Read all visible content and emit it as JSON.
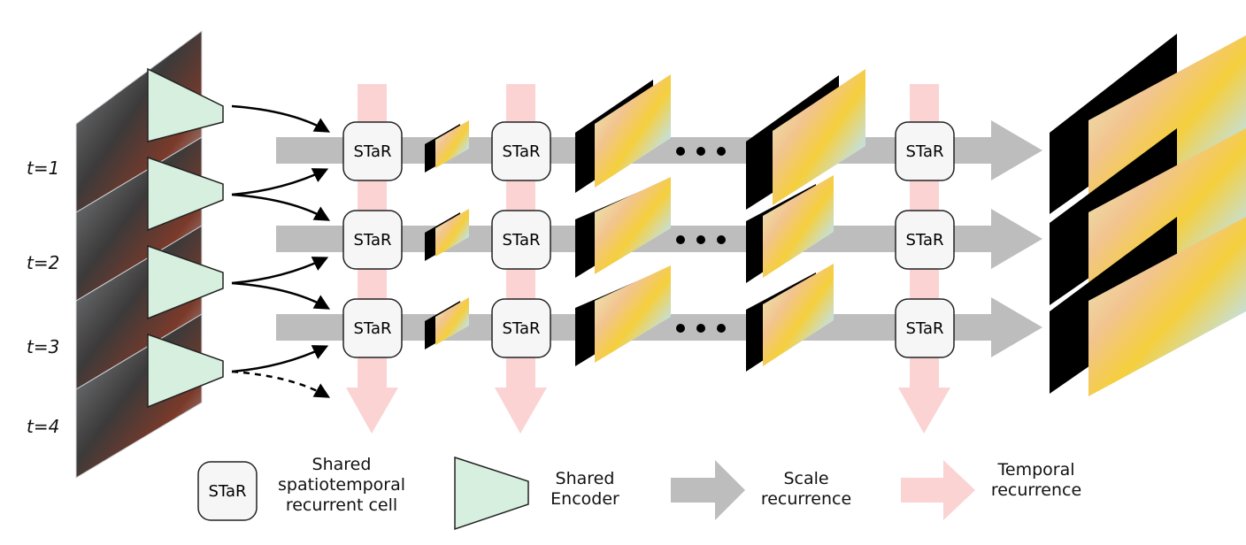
{
  "time_steps": [
    "t=1",
    "t=2",
    "t=3",
    "t=4"
  ],
  "cell_label": "STaR",
  "ellipsis": "● ● ●",
  "legend": {
    "star_label": "STaR",
    "star_desc_1": "Shared",
    "star_desc_2": "spatiotemporal",
    "star_desc_3": "recurrent cell",
    "encoder_desc_1": "Shared",
    "encoder_desc_2": "Encoder",
    "scale_desc_1": "Scale",
    "scale_desc_2": "recurrence",
    "temporal_desc_1": "Temporal",
    "temporal_desc_2": "recurrence"
  },
  "colors": {
    "encoder_fill": "#d7efdf",
    "scale_arrow": "#bdbdbd",
    "temporal_arrow": "#fbd3d3",
    "cell_fill": "#f6f6f6"
  },
  "icons": {
    "input_frame": "video-frame-thumbnail",
    "flow_map": "optical-flow-map",
    "occlusion_map": "occlusion-map"
  }
}
